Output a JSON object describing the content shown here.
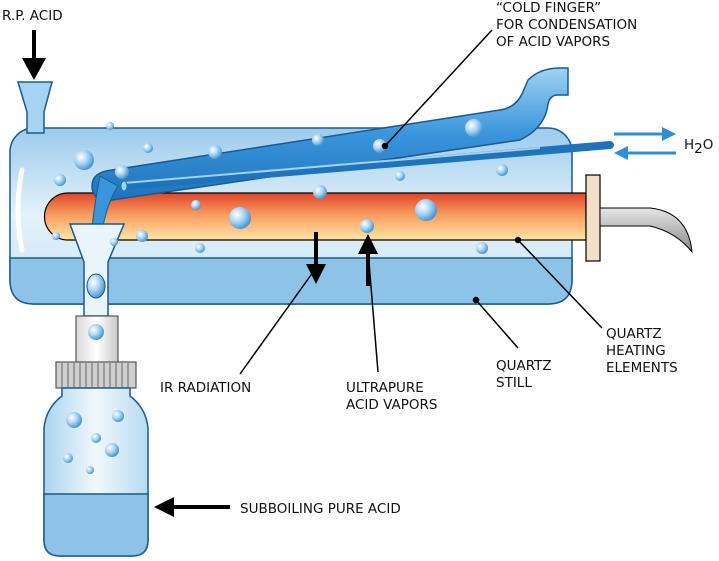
{
  "labels": {
    "rp_acid": "R.P. ACID",
    "cold_finger_line1": "“COLD FINGER”",
    "cold_finger_line2": "FOR CONDENSATION",
    "cold_finger_line3": "OF ACID VAPORS",
    "water_main": "H",
    "water_sub": "2",
    "water_end": "O",
    "quartz_heating_line1": "QUARTZ",
    "quartz_heating_line2": "HEATING",
    "quartz_heating_line3": "ELEMENTS",
    "quartz_still_line1": "QUARTZ",
    "quartz_still_line2": "STILL",
    "ir_radiation": "IR RADIATION",
    "ultrapure_line1": "ULTRAPURE",
    "ultrapure_line2": "ACID VAPORS",
    "subboiling": "SUBBOILING PURE ACID"
  },
  "colors": {
    "still_glass": "#c9e3f4",
    "still_outline": "#1a5a8e",
    "liquid": "#8cc3e6",
    "cold_finger": "#2f8fd6",
    "heater_top": "#e0452a",
    "heater_bottom": "#ffe0a0",
    "water_arrow": "#2f8fd6"
  }
}
